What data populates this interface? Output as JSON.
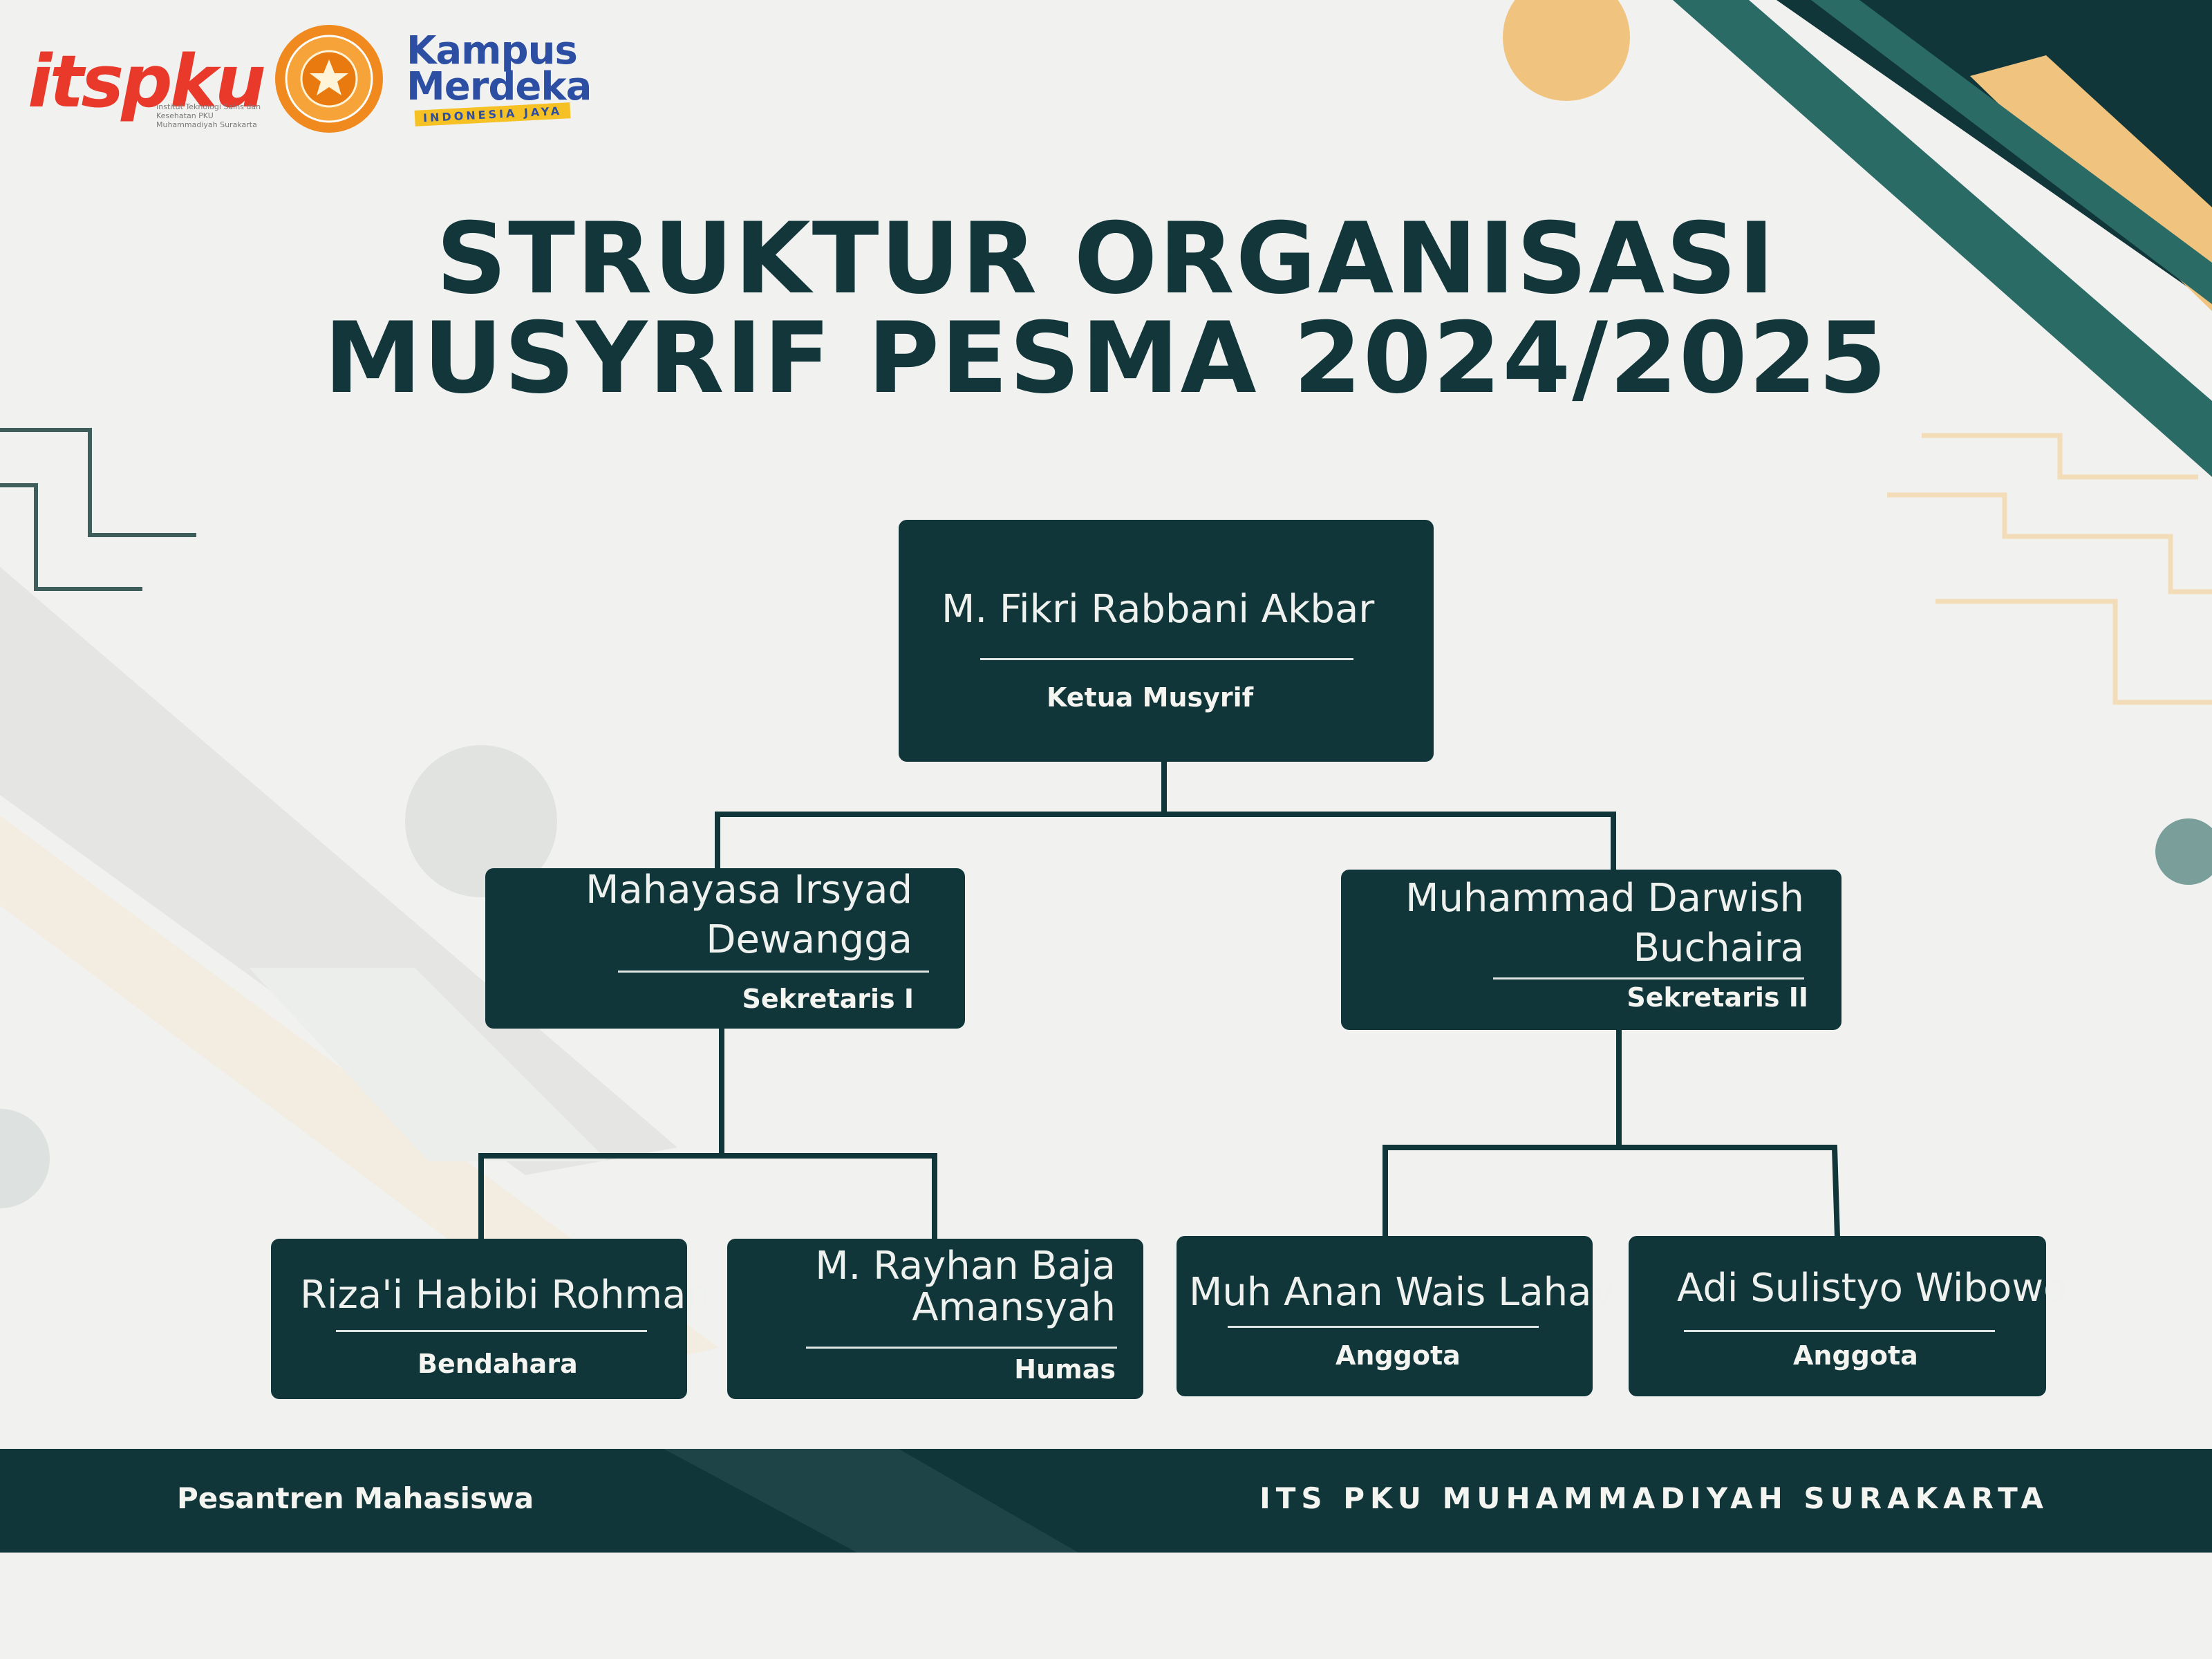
{
  "header": {
    "logo_its": "itspku",
    "logo_its_caption": "Institut Teknologi Sains dan Kesehatan PKU Muhammadiyah Surakarta",
    "seal_icon": "university-seal-icon",
    "kampus_merdeka": "Kampus Merdeka",
    "kampus_merdeka_tag": "INDONESIA JAYA"
  },
  "title": {
    "line1": "STRUKTUR ORGANISASI",
    "line2": "MUSYRIF PESMA 2024/2025"
  },
  "org": {
    "ketua": {
      "name": "M. Fikri Rabbani Akbar",
      "role": "Ketua Musyrif"
    },
    "sekretaris1": {
      "name_line1": "Mahayasa Irsyad",
      "name_line2": "Dewangga",
      "role": "Sekretaris I"
    },
    "sekretaris2": {
      "name_line1": "Muhammad Darwish",
      "name_line2": "Buchaira",
      "role": "Sekretaris II"
    },
    "bendahara": {
      "name": "Riza'i Habibi Rohman",
      "role": "Bendahara"
    },
    "humas": {
      "name_line1": "M. Rayhan Baja",
      "name_line2": "Amansyah",
      "role": "Humas"
    },
    "anggota1": {
      "name": "Muh Anan Wais Lahay",
      "role": "Anggota"
    },
    "anggota2": {
      "name": "Adi Sulistyo Wibowo",
      "role": "Anggota"
    }
  },
  "footer": {
    "left": "Pesantren Mahasiswa",
    "right": "ITS PKU MUHAMMADIYAH SURAKARTA"
  },
  "colors": {
    "dark_teal": "#11363a",
    "teal": "#2b6b66",
    "gold": "#f0c47f",
    "background": "#f1f1f0"
  }
}
